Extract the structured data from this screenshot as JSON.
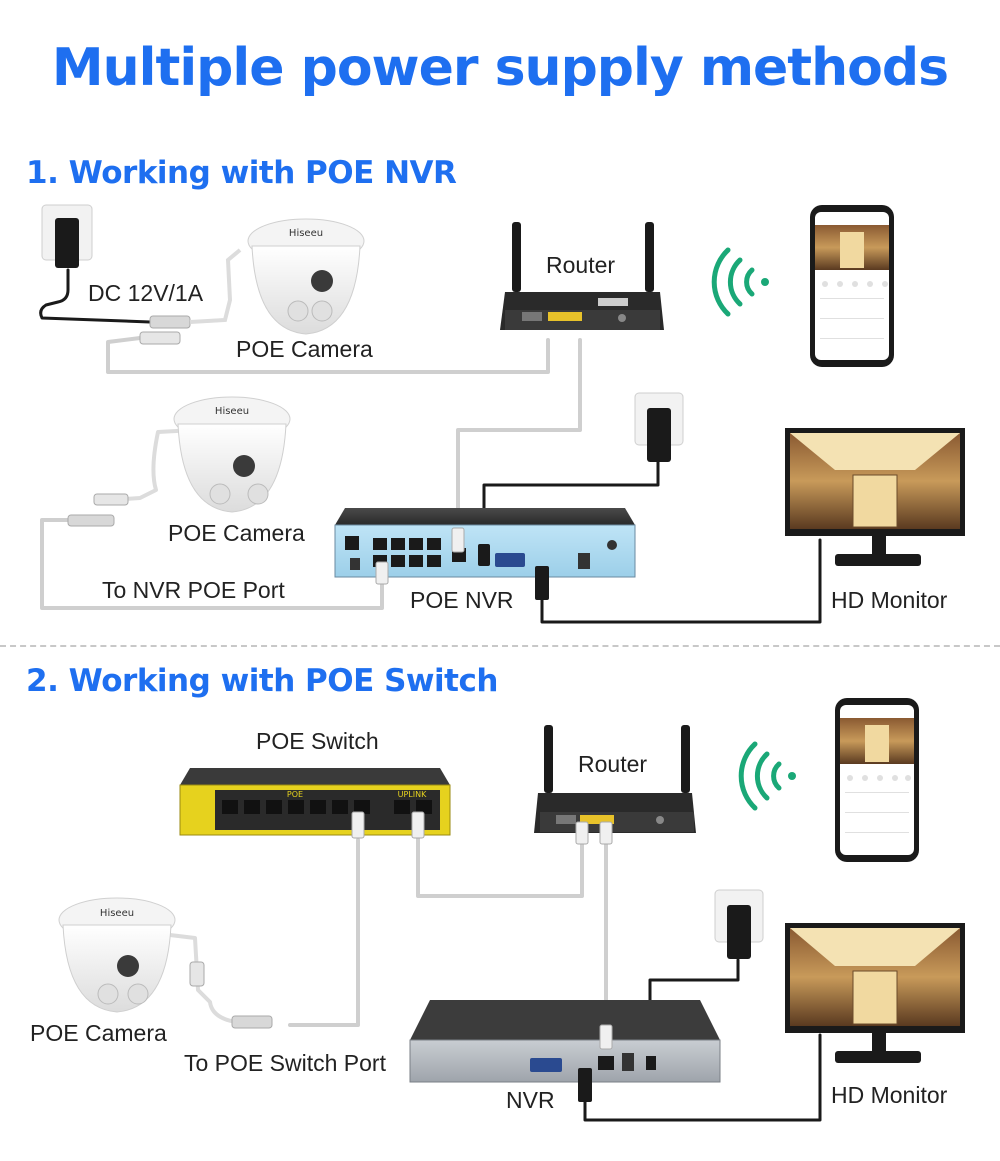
{
  "title": "Multiple power supply methods",
  "section1": {
    "heading": "1. Working with POE NVR",
    "labels": {
      "dc": "DC 12V/1A",
      "router": "Router",
      "camera_top": "POE Camera",
      "camera_mid": "POE Camera",
      "nvr_port": "To NVR POE Port",
      "nvr": "POE NVR",
      "monitor": "HD Monitor"
    }
  },
  "section2": {
    "heading": "2. Working with POE Switch",
    "labels": {
      "switch": "POE Switch",
      "router": "Router",
      "camera": "POE Camera",
      "switch_port": "To POE Switch Port",
      "nvr": "NVR",
      "monitor": "HD Monitor"
    }
  },
  "device_text": {
    "camera_brand": "Hiseeu",
    "switch_poe": "POE",
    "switch_uplink": "UPLINK"
  },
  "colors": {
    "heading_blue": "#1e6ff0",
    "wifi_green": "#1aa877",
    "switch_yellow": "#e6d21e",
    "cable_gray": "#cfcfcf",
    "cable_black": "#1a1a1a"
  }
}
